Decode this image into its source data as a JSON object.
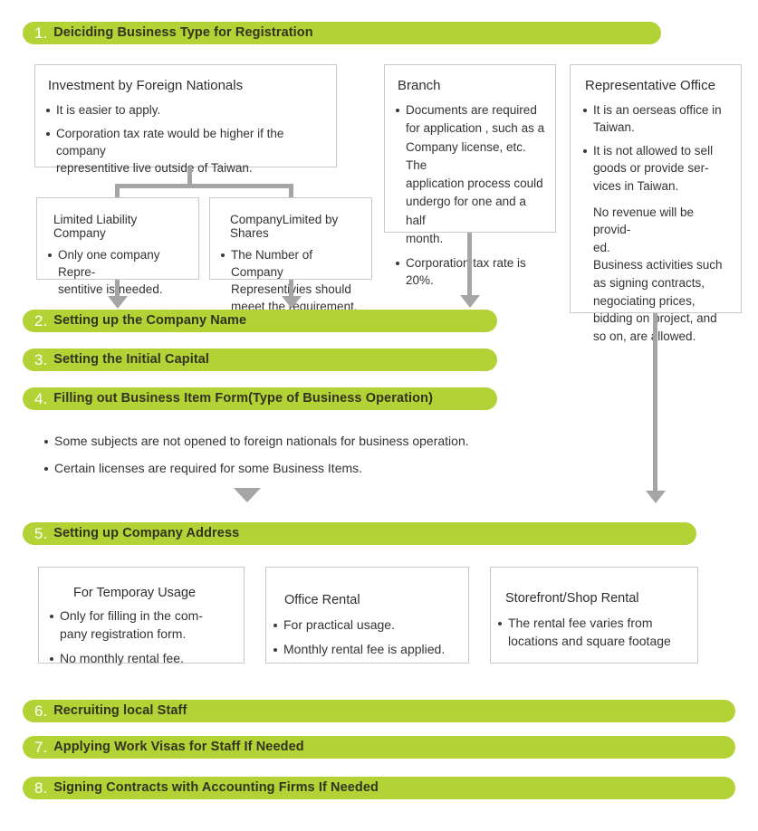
{
  "colors": {
    "accent_green": "#b2d235",
    "connector_gray": "#a5a5a5",
    "text_dark": "#333333",
    "box_border": "#c9c9c9"
  },
  "steps": [
    {
      "num": "1.",
      "label": "Deiciding Business Type for Registration"
    },
    {
      "num": "2.",
      "label": "Setting up the Company Name"
    },
    {
      "num": "3.",
      "label": "Setting the Initial Capital"
    },
    {
      "num": "4.",
      "label": "Filling out Business Item Form(Type of Business Operation)"
    },
    {
      "num": "5.",
      "label": "Setting up Company Address"
    },
    {
      "num": "6.",
      "label": "Recruiting local Staff"
    },
    {
      "num": "7.",
      "label": "Applying Work Visas for Staff If Needed"
    },
    {
      "num": "8.",
      "label": "Signing Contracts with Accounting Firms If Needed"
    }
  ],
  "business_types": {
    "investment": {
      "title": "Investment by Foreign Nationals",
      "bullets": [
        "It is easier to apply.",
        "Corporation tax rate would be higher if the company\nrepresentitive live outside of Taiwan."
      ]
    },
    "limited_liability": {
      "title": "Limited Liability Company",
      "bullets": [
        "Only one company Repre-\nsentitive is needed."
      ]
    },
    "company_limited_by_shares": {
      "title": "CompanyLimited by Shares",
      "bullets": [
        "The Number of Company\nRepresentivies should\nmeeet the requirement."
      ]
    },
    "branch": {
      "title": "Branch",
      "bullets": [
        "Documents are required\nfor application , such as a\nCompany license, etc. The\napplication process could\nundergo for one and a half\nmonth.",
        "Corporation tax rate is 20%."
      ]
    },
    "representative_office": {
      "title": "Representative Office",
      "bullets": [
        "It is an oerseas office in\nTaiwan.",
        "It is not allowed to sell\ngoods or provide ser-\nvices in Taiwan."
      ],
      "note": "No revenue will be provid-\ned.\nBusiness activities such\nas signing contracts,\nnegociating prices,\nbidding on project, and\nso on, are allowed."
    }
  },
  "step4_notes": [
    "Some subjects are not opened to foreign nationals for business operation.",
    "Certain licenses are required for some Business Items."
  ],
  "address_options": {
    "temporary": {
      "title": "For Temporay Usage",
      "bullets": [
        "Only for filling in the com-\npany registration form.",
        "No monthly rental fee."
      ]
    },
    "office_rental": {
      "title": "Office Rental",
      "bullets": [
        "For practical usage.",
        "Monthly rental fee is applied."
      ]
    },
    "storefront": {
      "title": "Storefront/Shop Rental",
      "bullets": [
        "The rental fee varies from\nlocations and square footage"
      ]
    }
  }
}
